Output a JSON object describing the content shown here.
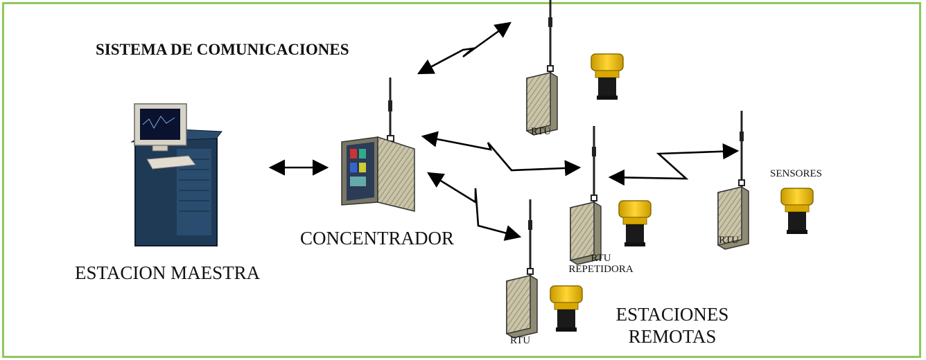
{
  "title": "SISTEMA DE COMUNICACIONES",
  "labels": {
    "master": "ESTACION MAESTRA",
    "concentrator": "CONCENTRADOR",
    "rtu_top": "RTU",
    "rtu_repeater_line1": "RTU",
    "rtu_repeater_line2": "REPETIDORA",
    "rtu_right": "RTU",
    "sensors": "SENSORES",
    "rtu_bottom": "RTU",
    "remote_line1": "ESTACIONES",
    "remote_line2": "REMOTAS"
  },
  "colors": {
    "border": "#8dc85a",
    "server": "#1f3a55",
    "sensor": "#f2c200",
    "cabinet": "#b9b39a",
    "arrow": "#000000"
  }
}
